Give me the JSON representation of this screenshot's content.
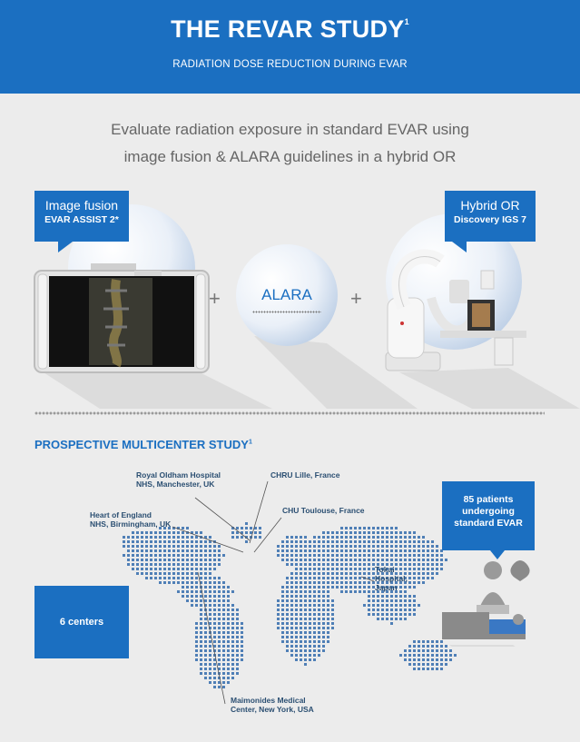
{
  "header": {
    "title": "THE REVAR STUDY",
    "title_sup": "1",
    "subtitle": "RADIATION DOSE REDUCTION DURING EVAR"
  },
  "intro": {
    "line1": "Evaluate radiation exposure in standard EVAR using",
    "line2": "image fusion & ALARA guidelines in a hybrid OR"
  },
  "components": {
    "image_fusion": {
      "title": "Image fusion",
      "subtitle": "EVAR ASSIST 2*"
    },
    "alara": {
      "label": "ALARA"
    },
    "hybrid_or": {
      "title": "Hybrid OR",
      "subtitle": "Discovery IGS 7"
    },
    "plus": "+"
  },
  "study": {
    "title": "PROSPECTIVE MULTICENTER STUDY",
    "title_sup": "1",
    "centers_label": "6 centers",
    "patients_label": "85 patients undergoing standard EVAR"
  },
  "centers": {
    "oldham": {
      "line1": "Royal Oldham Hospital",
      "line2": "NHS, Manchester, UK"
    },
    "lille": {
      "line1": "CHRU Lille, France"
    },
    "toulouse": {
      "line1": "CHU Toulouse, France"
    },
    "heart": {
      "line1": "Heart of England",
      "line2": "NHS, Birmingham, UK"
    },
    "tokai": {
      "line1": "Tokai",
      "line2": "Hospital,",
      "line3": "Japan"
    },
    "maimonides": {
      "line1": "Maimonides Medical",
      "line2": "Center, New York, USA"
    }
  },
  "colors": {
    "brand_blue": "#1b6fc1",
    "background": "#ececec"
  }
}
